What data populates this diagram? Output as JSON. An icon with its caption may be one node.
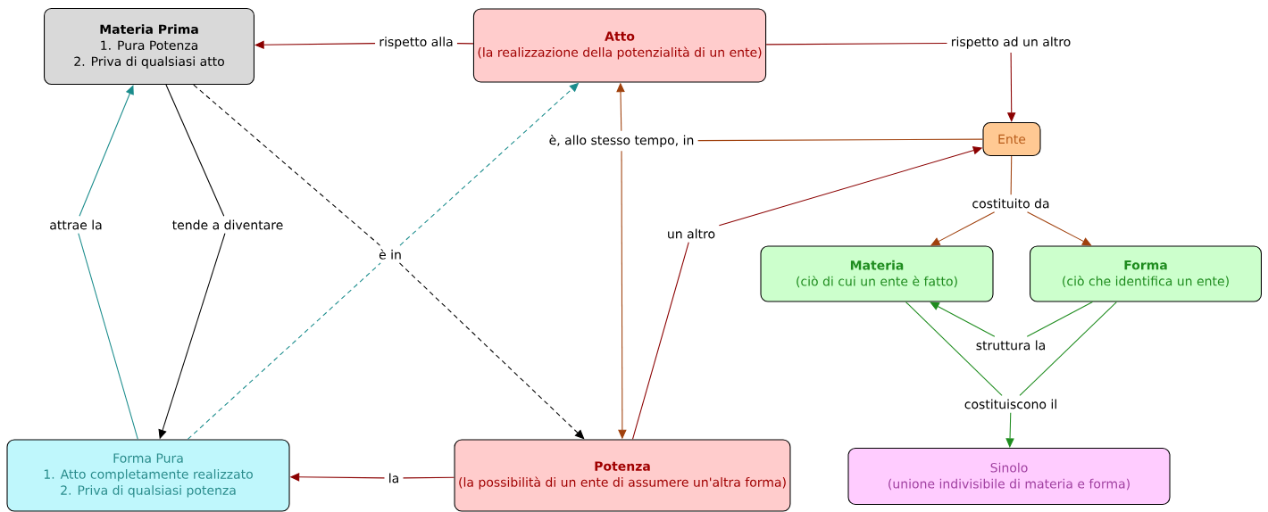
{
  "diagram": {
    "nodes": [
      {
        "text": [
          "Materia Prima",
          "1. Pura Potenza",
          "2. Priva di qualsiasi atto"
        ]
      },
      {
        "text": [
          "Atto",
          "(la realizzazione della potenzialità di un ente)"
        ]
      },
      {
        "text": [
          "Ente"
        ]
      },
      {
        "text": [
          "Materia",
          "(ciò di cui un ente è fatto)"
        ]
      },
      {
        "text": [
          "Forma",
          "(ciò che identifica un ente)"
        ]
      },
      {
        "text": [
          "Forma Pura",
          "1. Atto completamente realizzato",
          "2. Priva di qualsiasi potenza"
        ]
      },
      {
        "text": [
          "Potenza",
          "(la possibilità di un ente di assumere un'altra forma)"
        ]
      },
      {
        "text": [
          "Sinolo",
          "(unione indivisibile di materia e forma)"
        ]
      },
      {
        "text": [
          "rispetto alla"
        ]
      },
      {
        "text": [
          "rispetto ad un altro"
        ]
      },
      {
        "text": [
          "è, allo stesso tempo, in"
        ]
      },
      {
        "text": [
          "costituito da"
        ]
      },
      {
        "text": [
          "attrae la"
        ]
      },
      {
        "text": [
          "tende a diventare"
        ]
      },
      {
        "text": [
          "è in"
        ]
      },
      {
        "text": [
          "un altro"
        ]
      },
      {
        "text": [
          "struttura la"
        ]
      },
      {
        "text": [
          "costituiscono il"
        ]
      },
      {
        "text": [
          "la"
        ]
      }
    ],
    "edges": [
      {
        "from": 1,
        "to": 8,
        "arrow": "none"
      },
      {
        "from": 8,
        "to": 0,
        "arrow": "to"
      },
      {
        "from": 1,
        "to": 9,
        "arrow": "none"
      },
      {
        "from": 9,
        "to": 2,
        "arrow": "to"
      },
      {
        "from": 2,
        "to": 10,
        "arrow": "none",
        "color": "#a0410d"
      },
      {
        "from": 10,
        "to": 1,
        "arrow": "to",
        "color": "#a0410d"
      },
      {
        "from": 10,
        "to": 6,
        "arrow": "to",
        "color": "#a0410d"
      },
      {
        "from": 2,
        "to": 11,
        "arrow": "none",
        "color": "#a0410d"
      },
      {
        "from": 11,
        "to": 3,
        "arrow": "to",
        "color": "#a0410d"
      },
      {
        "from": 11,
        "to": 4,
        "arrow": "to",
        "color": "#a0410d"
      },
      {
        "from": 5,
        "to": 12,
        "arrow": "none",
        "color": "#1a8c8c"
      },
      {
        "from": 12,
        "to": 0,
        "arrow": "to",
        "color": "#1a8c8c"
      },
      {
        "from": 0,
        "to": 13,
        "arrow": "none",
        "color": "#000000"
      },
      {
        "from": 13,
        "to": 5,
        "arrow": "to",
        "color": "#000000"
      },
      {
        "from": 0,
        "to": 14,
        "arrow": "none",
        "style": "dashed",
        "color": "#000000"
      },
      {
        "from": 14,
        "to": 6,
        "arrow": "to",
        "style": "dashed",
        "color": "#000000"
      },
      {
        "from": 5,
        "to": 14,
        "arrow": "none",
        "style": "dashed",
        "color": "#1a8c8c"
      },
      {
        "from": 14,
        "to": 1,
        "arrow": "to",
        "style": "dashed",
        "color": "#1a8c8c"
      },
      {
        "from": 6,
        "to": 15,
        "arrow": "none"
      },
      {
        "from": 15,
        "to": 2,
        "arrow": "to"
      },
      {
        "from": 6,
        "to": 18,
        "arrow": "none"
      },
      {
        "from": 18,
        "to": 5,
        "arrow": "to"
      },
      {
        "from": 4,
        "to": 16,
        "arrow": "none",
        "color": "#1e8c1e"
      },
      {
        "from": 16,
        "to": 3,
        "arrow": "to",
        "color": "#1e8c1e"
      },
      {
        "from": 3,
        "to": 17,
        "arrow": "none",
        "color": "#1e8c1e"
      },
      {
        "from": 4,
        "to": 17,
        "arrow": "none",
        "color": "#1e8c1e"
      },
      {
        "from": 17,
        "to": 7,
        "arrow": "to",
        "color": "#1e8c1e"
      }
    ]
  }
}
